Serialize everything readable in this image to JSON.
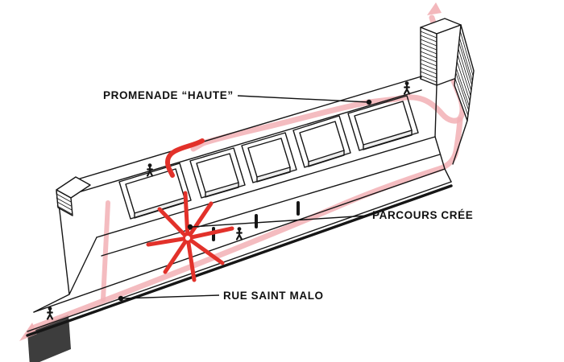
{
  "colors": {
    "pink": "#f2b0b5",
    "red": "#e2312a",
    "ink": "#161616",
    "dark": "#3d3d3d",
    "shade": "#ededed"
  },
  "labels": {
    "promenade": "PROMENADE “HAUTE”",
    "parcours": "PARCOURS CRÉE",
    "rue": "RUE SAINT MALO"
  },
  "figures": {
    "count": 4
  }
}
